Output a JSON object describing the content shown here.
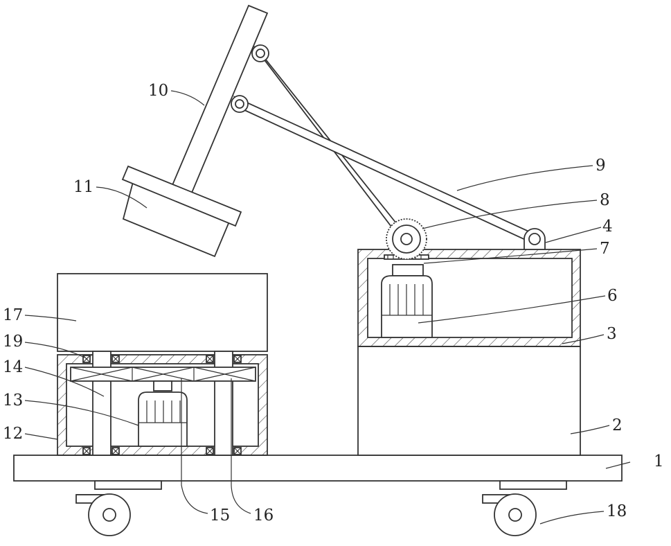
{
  "figure": {
    "description": "",
    "callouts": [
      {
        "id": "1",
        "label": "1"
      },
      {
        "id": "2",
        "label": "2"
      },
      {
        "id": "3",
        "label": "3"
      },
      {
        "id": "4",
        "label": "4"
      },
      {
        "id": "6",
        "label": "6"
      },
      {
        "id": "7",
        "label": "7"
      },
      {
        "id": "8",
        "label": "8"
      },
      {
        "id": "9",
        "label": "9"
      },
      {
        "id": "10",
        "label": "10"
      },
      {
        "id": "11",
        "label": "11"
      },
      {
        "id": "12",
        "label": "12"
      },
      {
        "id": "13",
        "label": "13"
      },
      {
        "id": "14",
        "label": "14"
      },
      {
        "id": "15",
        "label": "15"
      },
      {
        "id": "16",
        "label": "16"
      },
      {
        "id": "17",
        "label": "17"
      },
      {
        "id": "18",
        "label": "18"
      },
      {
        "id": "19",
        "label": "19"
      }
    ]
  },
  "colors": {
    "line": "#333333",
    "background": "#ffffff"
  }
}
